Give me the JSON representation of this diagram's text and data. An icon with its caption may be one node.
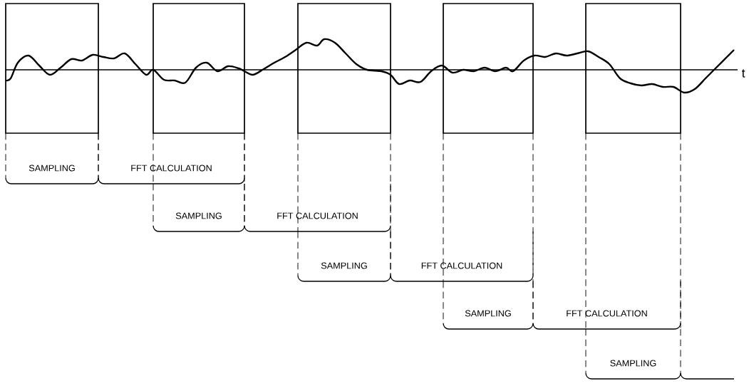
{
  "diagram": {
    "nodes": [
      {
        "text": [
          "SAMPLING"
        ]
      },
      {
        "text": [
          "FFT CALCULATION"
        ]
      },
      {
        "text": [
          "SAMPLING"
        ]
      },
      {
        "text": [
          "FFT CALCULATION"
        ]
      },
      {
        "text": [
          "SAMPLING"
        ]
      },
      {
        "text": [
          "FFT CALCULATION"
        ]
      },
      {
        "text": [
          "SAMPLING"
        ]
      },
      {
        "text": [
          "FFT CALCULATION"
        ]
      },
      {
        "text": [
          "SAMPLING"
        ]
      }
    ],
    "labels": [
      "t"
    ]
  }
}
